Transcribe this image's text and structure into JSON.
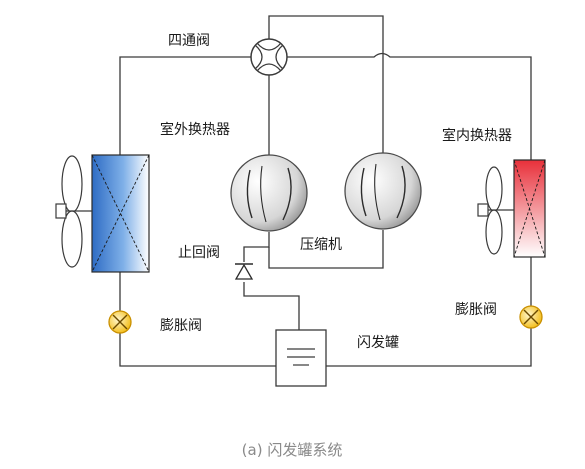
{
  "labels": {
    "four_way_valve": "四通阀",
    "outdoor_hx": "室外换热器",
    "indoor_hx": "室内换热器",
    "check_valve": "止回阀",
    "compressor": "压缩机",
    "expansion_valve_left": "膨胀阀",
    "expansion_valve_right": "膨胀阀",
    "flash_tank": "闪发罐"
  },
  "caption": "(a) 闪发罐系统",
  "colors": {
    "outdoor_hx": "#3f7fd0",
    "indoor_hx": "#e8303a",
    "expansion_valve": "#f2b705",
    "pipe": "#3a3a3a",
    "caption": "#8a8a8a"
  },
  "icons": {
    "four_way_valve": "four-way-valve-icon",
    "fan_left": "fan-icon",
    "fan_right": "fan-icon",
    "compressor_left": "scroll-compressor-icon",
    "compressor_right": "scroll-compressor-icon",
    "check_valve": "check-valve-icon",
    "expansion_valve": "expansion-valve-icon",
    "flash_tank": "flash-tank-icon"
  }
}
